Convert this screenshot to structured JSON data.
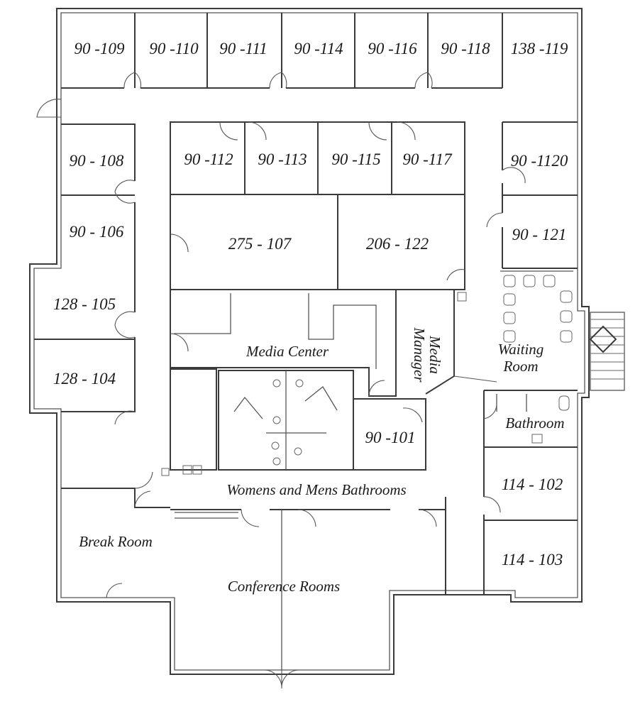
{
  "rooms": {
    "r109": "90 -109",
    "r110": "90 -110",
    "r111": "90 -111",
    "r114": "90 -114",
    "r116": "90 -116",
    "r118": "90 -118",
    "r119": "138 -119",
    "r108": "90 - 108",
    "r112": "90 -112",
    "r113": "90 -113",
    "r115": "90 -115",
    "r117": "90 -117",
    "r1120": "90 -1120",
    "r106": "90 - 106",
    "r107": "275 - 107",
    "r122": "206 - 122",
    "r121": "90 - 121",
    "r105": "128 - 105",
    "r104": "128 - 104",
    "r101": "90 -101",
    "r102": "114 - 102",
    "r103": "114 - 103"
  },
  "areas": {
    "media_center": "Media Center",
    "media_manager_1": "Media",
    "media_manager_2": "Manager",
    "waiting_1": "Waiting",
    "waiting_2": "Room",
    "bathroom": "Bathroom",
    "womens_mens": "Womens and Mens Bathrooms",
    "break_room": "Break Room",
    "conference": "Conference Rooms"
  }
}
